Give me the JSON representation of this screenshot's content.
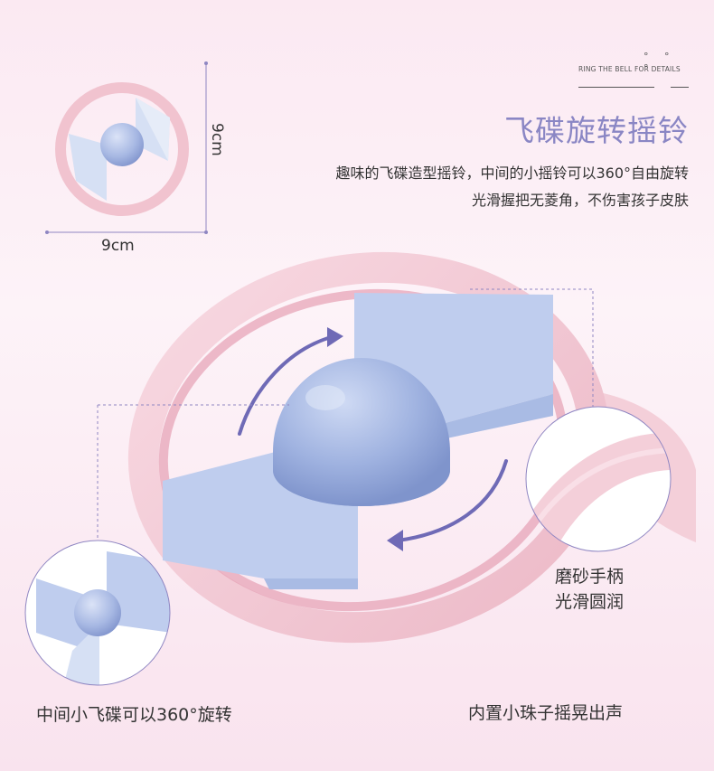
{
  "header": {
    "dots": "° ° °",
    "tagline": "RING THE BELL FOR DETAILS"
  },
  "product": {
    "title": "飞碟旋转摇铃",
    "desc_line1": "趣味的飞碟造型摇铃，中间的小摇铃可以360°自由旋转",
    "desc_line2": "光滑握把无菱角，不伤害孩子皮肤"
  },
  "dimensions": {
    "width": "9cm",
    "height": "9cm"
  },
  "callouts": {
    "handle_line1": "磨砂手柄",
    "handle_line2": "光滑圆润",
    "spin": "中间小飞碟可以360°旋转",
    "bead": "内置小珠子摇晃出声"
  },
  "colors": {
    "ring_pink": "#f2c6d2",
    "ring_shade": "#e8a9b8",
    "disc_blue": "#bccbec",
    "ball_blue": "#9db0de",
    "title_purple": "#8a86c4",
    "arrow_purple": "#6f6ab6"
  }
}
